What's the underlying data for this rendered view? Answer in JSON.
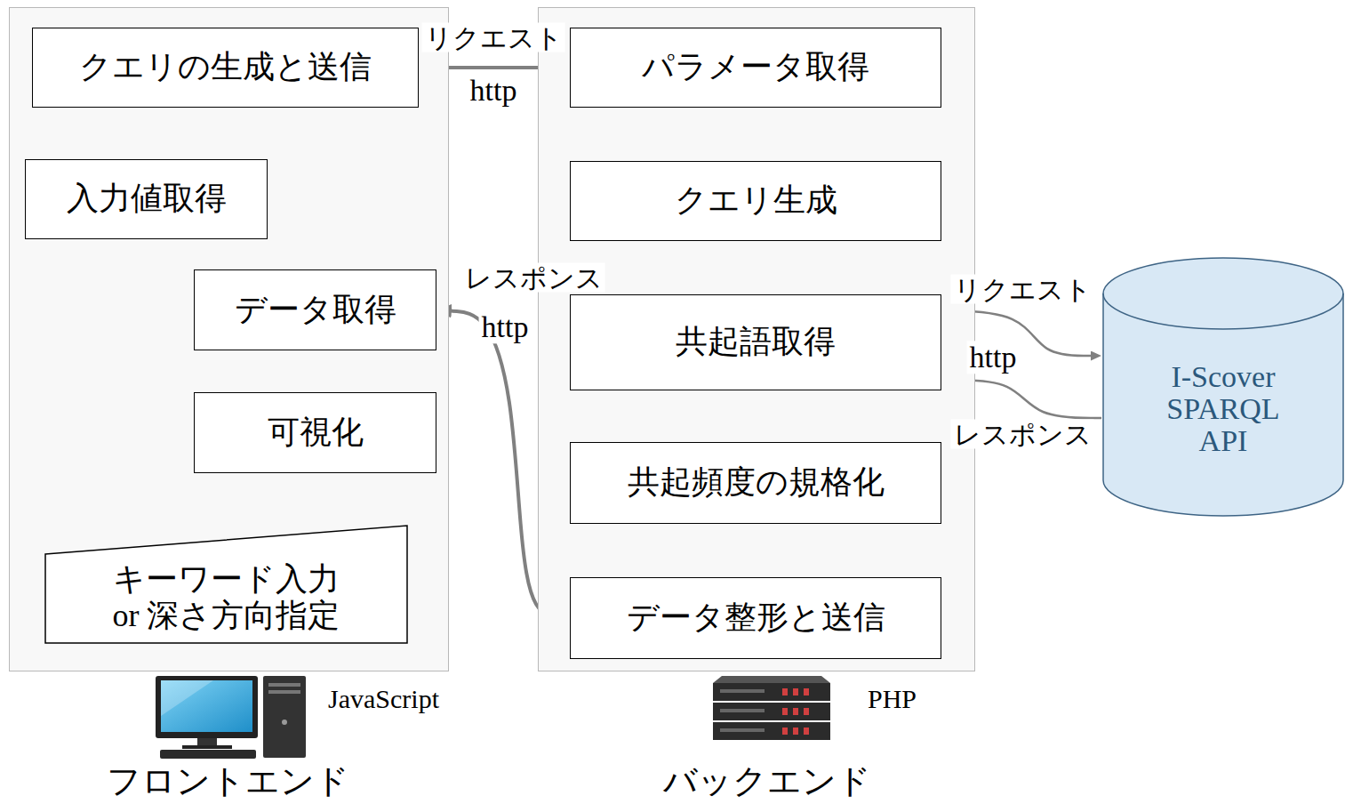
{
  "diagram": {
    "nodes": [
      {
        "text": [
          "JavaScript",
          "フロントエンド"
        ]
      },
      {
        "text": [
          "クエリの生成と送信"
        ],
        "in": 0
      },
      {
        "text": [
          "入力値取得"
        ],
        "in": 0
      },
      {
        "text": [
          "データ取得"
        ],
        "in": 0
      },
      {
        "text": [
          "可視化"
        ],
        "in": 0
      },
      {
        "text": [
          "キーワード入力 or 深さ方向指定"
        ],
        "in": 0
      },
      {
        "text": [
          "PHP",
          "バックエンド"
        ]
      },
      {
        "text": [
          "パラメータ取得"
        ],
        "in": 6
      },
      {
        "text": [
          "クエリ生成"
        ],
        "in": 6
      },
      {
        "text": [
          "共起語取得"
        ],
        "in": 6
      },
      {
        "text": [
          "共起頻度の規格化"
        ],
        "in": 6
      },
      {
        "text": [
          "データ整形と送信"
        ],
        "in": 6
      },
      {
        "text": [
          "I-Scover SPARQL API"
        ]
      }
    ],
    "edges": [
      {
        "from": 1,
        "to": 7,
        "arrow": "to",
        "label": "リクエスト"
      },
      {
        "from": 2,
        "to": 1,
        "arrow": "to"
      },
      {
        "from": 5,
        "to": 2,
        "arrow": "to"
      },
      {
        "from": 1,
        "to": 3,
        "arrow": "none"
      },
      {
        "from": 3,
        "to": 4,
        "arrow": "none"
      },
      {
        "from": 4,
        "to": 5,
        "arrow": "to"
      },
      {
        "from": 7,
        "to": 8,
        "arrow": "none"
      },
      {
        "from": 8,
        "to": 9,
        "arrow": "none"
      },
      {
        "from": 9,
        "to": 10,
        "arrow": "none"
      },
      {
        "from": 10,
        "to": 11,
        "arrow": "to"
      },
      {
        "from": 11,
        "to": 3,
        "arrow": "to",
        "label": "レスポンス"
      },
      {
        "from": 9,
        "to": 12,
        "arrow": "to",
        "label": "リクエスト"
      },
      {
        "from": 12,
        "to": 9,
        "arrow": "to",
        "label": "レスポンス"
      }
    ],
    "labels": [
      "http",
      "http",
      "http"
    ]
  }
}
